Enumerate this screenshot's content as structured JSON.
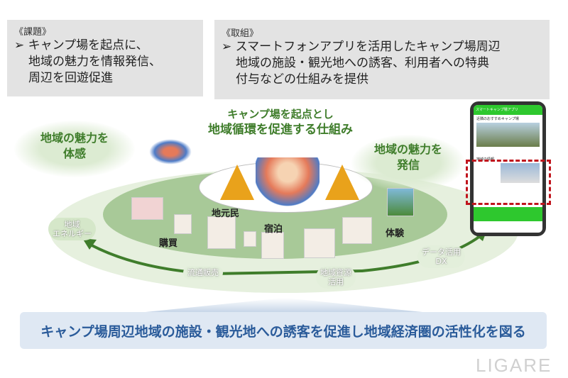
{
  "issue": {
    "heading": "《課題》",
    "lines": [
      "キャンプ場を起点に、",
      "地域の魅力を情報発信、",
      "周辺を回遊促進"
    ]
  },
  "approach": {
    "heading": "《取組》",
    "lines": [
      "スマートフォンアプリを活用したキャンプ場周辺",
      "地域の施設・観光地への誘客、利用者への特典",
      "付与などの仕組みを提供"
    ]
  },
  "center_title": {
    "line1": "キャンプ場を起点とし",
    "line2": "地域循環を促進する仕組み"
  },
  "left_cloud": {
    "line1": "地域の魅力を",
    "line2": "体感"
  },
  "right_cloud": {
    "line1": "地域の魅力を",
    "line2": "発信"
  },
  "labels": {
    "locals": "地元民",
    "stay": "宿泊",
    "shopping": "購買",
    "experience": "体験",
    "energy_1": "地域",
    "energy_2": "エネルギー",
    "distribution": "流通販売",
    "resources_1": "地域資源",
    "resources_2": "活用",
    "data_1": "データ活用",
    "data_2": "DX"
  },
  "phone": {
    "app_title": "スマートキャンプ場アプリ",
    "section1": "近隣のおすすめキャンプ場",
    "section2": "地域の情報"
  },
  "banner": "キャンプ場周辺地域の施設・観光地への誘客を促進し地域経済圏の活性化を図る",
  "watermark": "LIGARE",
  "colors": {
    "accent_green": "#3f7d2b",
    "phone_green": "#2ec82e",
    "dashed_red": "#c0141c",
    "banner_bg": "#dfe8f3",
    "banner_text": "#2a5b9a"
  }
}
